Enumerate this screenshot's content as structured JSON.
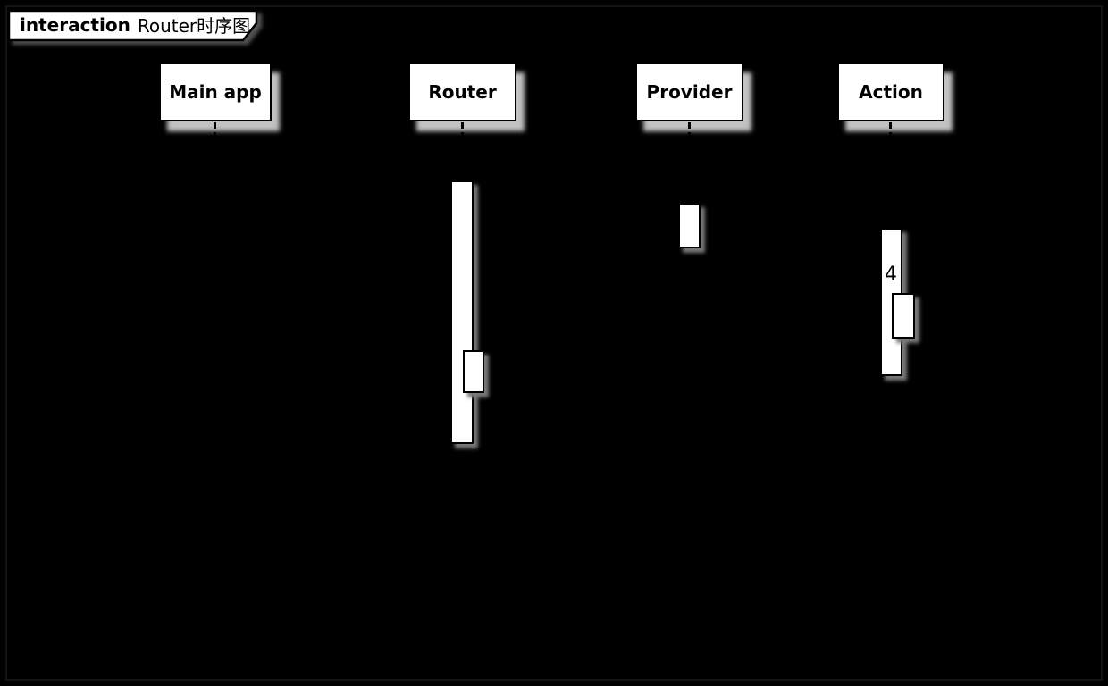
{
  "diagram": {
    "type": "uml-sequence-diagram",
    "frame": {
      "keyword": "interaction",
      "title": "Router时序图"
    },
    "participants": [
      {
        "name": "Main app"
      },
      {
        "name": "Router"
      },
      {
        "name": "Provider"
      },
      {
        "name": "Action"
      }
    ],
    "visible_message_numbers": [
      {
        "label": "4",
        "at_participant": "Action"
      }
    ],
    "activations": [
      {
        "participant": "Router",
        "nested": true
      },
      {
        "participant": "Provider",
        "nested": false
      },
      {
        "participant": "Action",
        "nested": true
      }
    ],
    "colors": {
      "background": "#000000",
      "shape_fill": "#ffffff",
      "shape_border": "#000000",
      "head_shadow": "#c2c2c2",
      "bar_shadow": "#7a7a7a",
      "text": "#000000"
    }
  }
}
